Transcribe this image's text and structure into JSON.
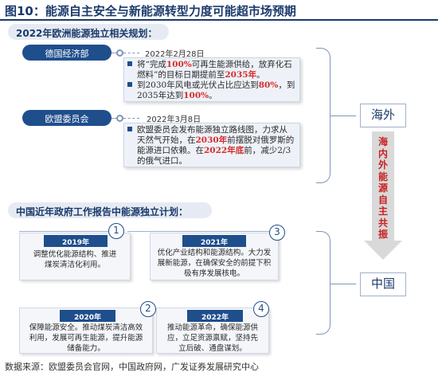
{
  "figure_title": "图10：能源自主安全与新能源转型力度可能超市场预期",
  "section1": {
    "title": "2022年欧洲能源独立相关规划：",
    "orgs": [
      {
        "name": "德国经济部",
        "date": "2022年2月28日",
        "points": [
          [
            "将“完成",
            "100%",
            "可再生能源供给，放弃化石"
          ],
          [
            "燃料”的目标日期提前至",
            "2035年",
            "。"
          ],
          [
            "到2030年风电或光伏占比应达到",
            "80%",
            "，到"
          ],
          [
            "2035年达到",
            "100%",
            "。"
          ]
        ]
      },
      {
        "name": "欧盟委员会",
        "date": "2022年3月8日",
        "points": [
          [
            "欧盟委员会发布能源独立路线图，力求从",
            "",
            ""
          ],
          [
            "天然气开始，在",
            "2030年",
            "前摆脱对俄罗斯的"
          ],
          [
            "能源进口依赖。在",
            "2022年底",
            "前，减少2/3"
          ],
          [
            "的俄气进口。",
            "",
            ""
          ]
        ]
      }
    ]
  },
  "tags": {
    "overseas": "海外",
    "china": "中国"
  },
  "arrow_text": "海内外能源自主共振",
  "section2": {
    "title": "中国近年政府工作报告中能源独立计划：",
    "cards": [
      {
        "num": "1",
        "year": "2019年",
        "lines": [
          "调整优化能源结构、推进",
          "煤炭清洁化利用。"
        ]
      },
      {
        "num": "3",
        "year": "2021年",
        "lines": [
          "优化产业结构和能源结构。大力发",
          "展新能源，在确保安全的前提下积",
          "极有序发展核电。"
        ]
      },
      {
        "num": "2",
        "year": "2020年",
        "lines": [
          "保障能源安全。推动煤炭清洁高效",
          "利用，发展可再生能源，提升能源",
          "储备能力。"
        ]
      },
      {
        "num": "4",
        "year": "2022年",
        "lines": [
          "推动能源革命，确保能源供",
          "应，立足资源禀赋，坚持先",
          "立后破、通盘谋划。"
        ]
      }
    ]
  },
  "source": "数据来源：欧盟委员会官网，中国政府网，广发证券发展研究中心",
  "colors": {
    "navy": "#1f4e8c",
    "highlight": "#d62b2b",
    "arrow": "#d9d9d9"
  }
}
